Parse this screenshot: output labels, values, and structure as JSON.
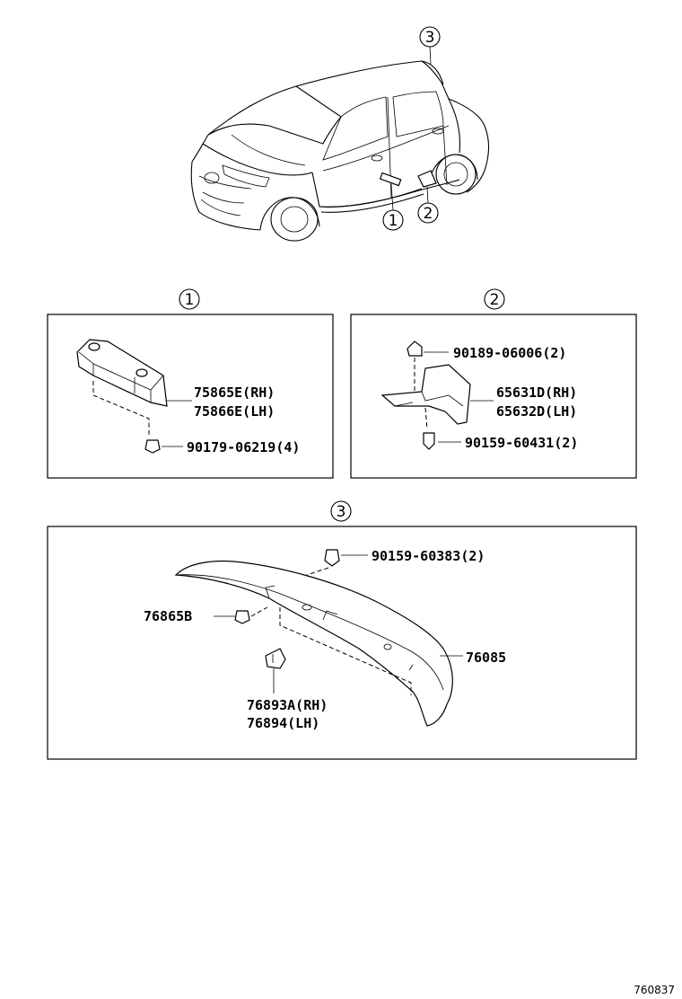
{
  "callouts": {
    "car_3": "3",
    "car_1": "1",
    "car_2": "2",
    "panel1_id": "1",
    "panel2_id": "2",
    "panel3_id": "3"
  },
  "panel1": {
    "part_rh": "75865E(RH)",
    "part_lh": "75866E(LH)",
    "clip": "90179-06219(4)"
  },
  "panel2": {
    "clip_top": "90189-06006(2)",
    "part_rh": "65631D(RH)",
    "part_lh": "65632D(LH)",
    "screw": "90159-60431(2)"
  },
  "panel3": {
    "screw": "90159-60383(2)",
    "grommet": "76865B",
    "spoiler": "76085",
    "bracket_rh": "76893A(RH)",
    "bracket_lh": "76894(LH)"
  },
  "figure_id": "760837"
}
